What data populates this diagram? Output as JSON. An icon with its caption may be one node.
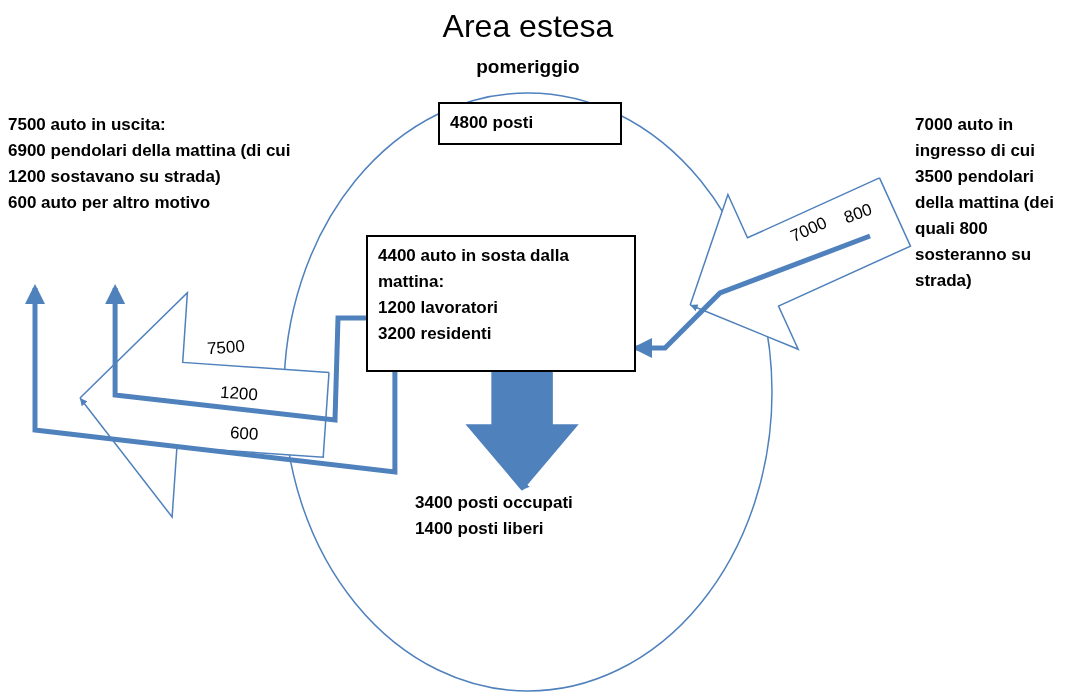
{
  "diagram": {
    "title": "Area estesa",
    "nodes": [
      {
        "text": [],
        "shape": "circle"
      },
      {
        "text": [
          "4800 posti"
        ],
        "in": 0
      },
      {
        "text": [
          "4400 auto in sosta dalla mattina:",
          "1200 lavoratori",
          "3200 residenti"
        ],
        "in": 0
      },
      {
        "text": [
          "3400 posti occupati",
          "1400 posti liberi"
        ],
        "in": 0
      },
      {
        "text": [
          "7500 auto in uscita:",
          "6900 pendolari della mattina (di cui 1200 sostavano su strada)",
          "600 auto per altro motivo"
        ]
      },
      {
        "text": [
          "7000 auto in ingresso di cui 3500 pendolari della mattina (dei quali 800 sosteranno su strada)"
        ]
      }
    ],
    "edges": [
      {
        "from": 2,
        "to": 3,
        "arrow": "to"
      },
      {
        "from": 0,
        "to": null,
        "label": "7500",
        "arrow": "to"
      },
      {
        "from": null,
        "to": 0,
        "label": "7000",
        "arrow": "to"
      },
      {
        "from": null,
        "to": 2,
        "label": "800",
        "arrow": "to",
        "style": "thick"
      },
      {
        "from": 2,
        "to": 4,
        "label": "1200",
        "arrow": "to",
        "style": "thick"
      },
      {
        "from": 2,
        "to": 4,
        "label": "600",
        "arrow": "to",
        "style": "thick"
      }
    ],
    "labels": [
      "pomeriggio"
    ]
  }
}
